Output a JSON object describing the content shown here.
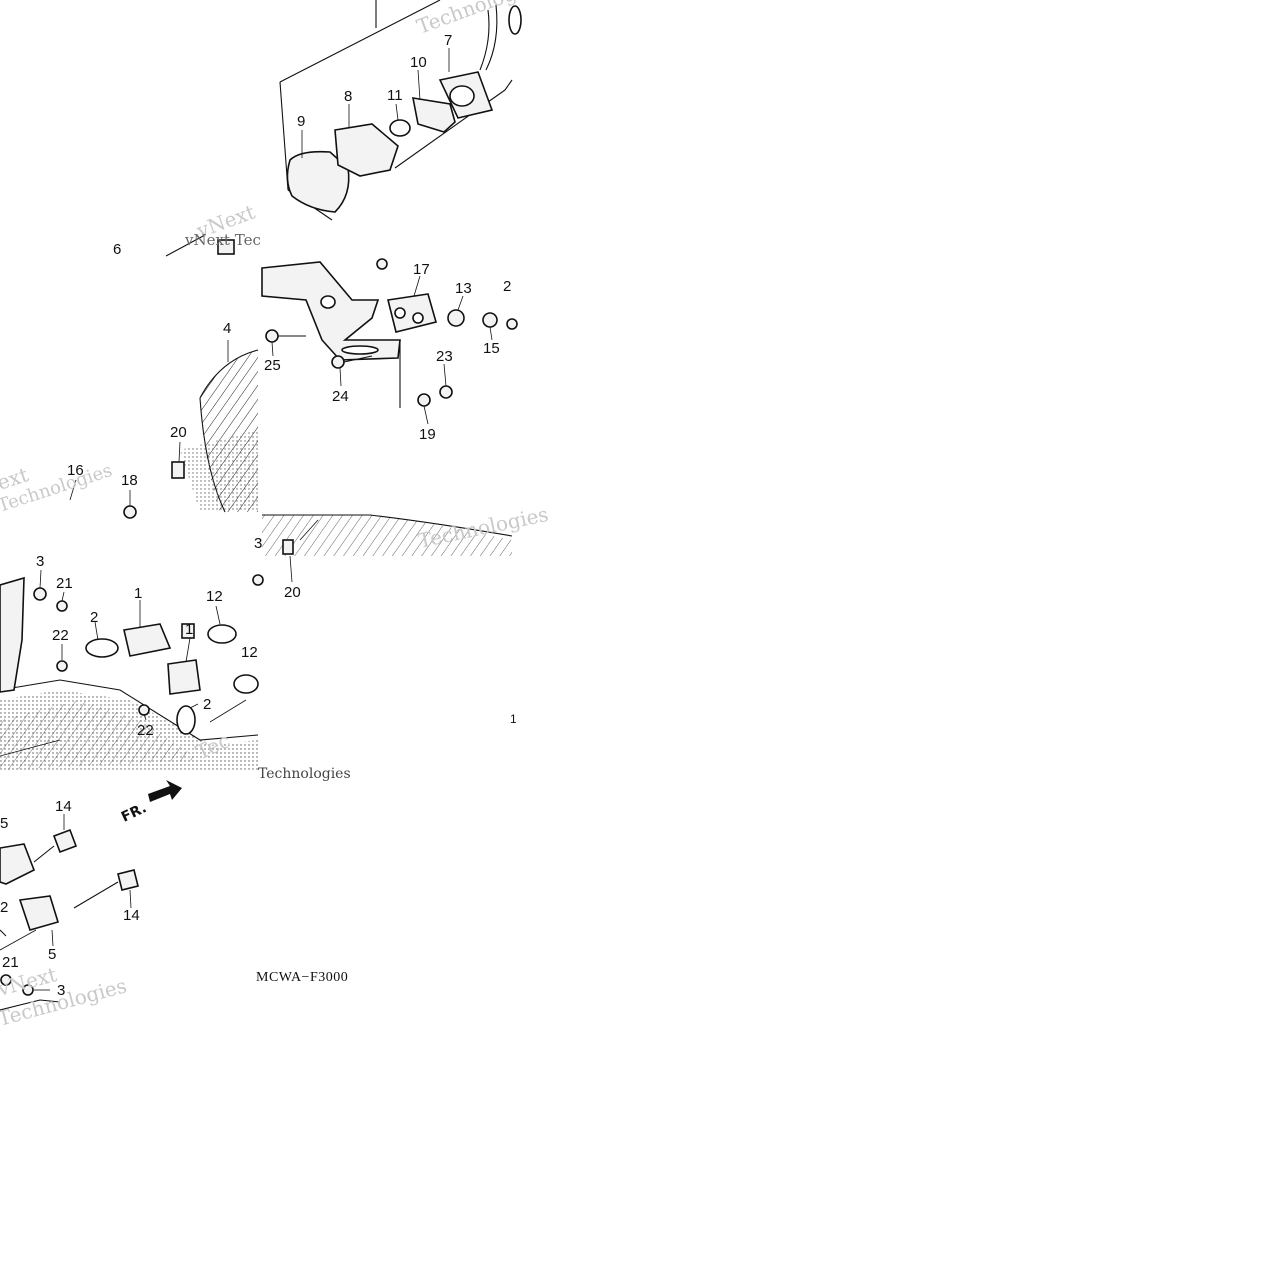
{
  "diagram": {
    "code_label": "MCWA−F3000",
    "direction_label": "FR.",
    "watermarks": [
      "vNext",
      "Technologies",
      "vNext Tec",
      "ext",
      "Technologies",
      "Technologies",
      "Technologies",
      "vNext",
      "Tec",
      "Technologies"
    ],
    "callouts": {
      "c1a": "1",
      "c1b": "1",
      "c2a": "2",
      "c2b": "2",
      "c2c": "2",
      "c3a": "3",
      "c3b": "3",
      "c3c": "3",
      "c4": "4",
      "c5a": "5",
      "c5b": "5",
      "c6": "6",
      "c7": "7",
      "c8": "8",
      "c9": "9",
      "c10": "10",
      "c11": "11",
      "c12a": "12",
      "c12b": "12",
      "c13": "13",
      "c14a": "14",
      "c14b": "14",
      "c15": "15",
      "c16": "16",
      "c17": "17",
      "c18": "18",
      "c19": "19",
      "c20a": "20",
      "c20b": "20",
      "c21a": "21",
      "c21b": "21",
      "c22a": "22",
      "c22b": "22",
      "c23": "23",
      "c24": "24",
      "c25": "25",
      "c2x": "2",
      "edge": "1"
    }
  }
}
